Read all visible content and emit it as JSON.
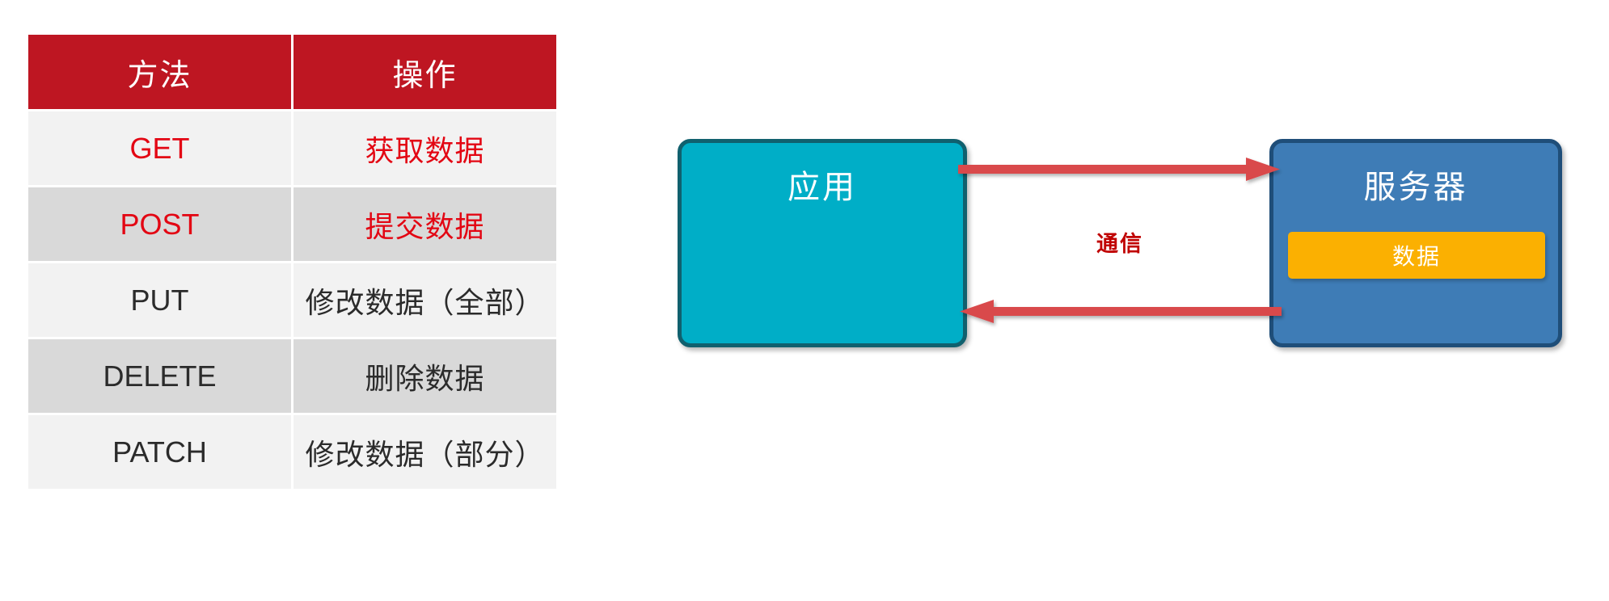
{
  "table": {
    "headers": [
      "方法",
      "操作"
    ],
    "rows": [
      {
        "method": "GET",
        "action": "获取数据",
        "highlight": true
      },
      {
        "method": "POST",
        "action": "提交数据",
        "highlight": true
      },
      {
        "method": "PUT",
        "action": "修改数据（全部）",
        "highlight": false
      },
      {
        "method": "DELETE",
        "action": "删除数据",
        "highlight": false
      },
      {
        "method": "PATCH",
        "action": "修改数据（部分）",
        "highlight": false
      }
    ],
    "colors": {
      "header_bg": "#BE1622",
      "header_text": "#FFFFFF",
      "row_odd_bg": "#F2F2F2",
      "row_even_bg": "#D9D9D9",
      "text": "#2B2B2B",
      "highlight_text": "#E30613"
    }
  },
  "diagram": {
    "app": {
      "label": "应用",
      "fill": "#00AEC7",
      "border": "#10606E"
    },
    "server": {
      "label": "服务器",
      "fill": "#3E7CB6",
      "border": "#1F4E79"
    },
    "data_chip": {
      "label": "数据",
      "fill": "#FBB001",
      "text": "#FFFFFF"
    },
    "link_label": "通信",
    "arrow_color": "#D9484B",
    "arrows": [
      {
        "name": "request",
        "direction": "right"
      },
      {
        "name": "response",
        "direction": "left"
      }
    ]
  }
}
